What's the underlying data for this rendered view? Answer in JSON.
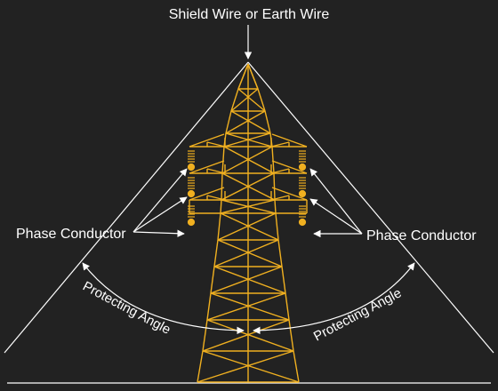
{
  "labels": {
    "shield_wire": "Shield Wire or Earth Wire",
    "phase_left": "Phase Conductor",
    "phase_right": "Phase Conductor",
    "angle_left": "Protecting Angle",
    "angle_right": "Protecting Angle"
  },
  "colors": {
    "background": "#222222",
    "tower": "#f0b020",
    "lines": "#ffffff"
  }
}
